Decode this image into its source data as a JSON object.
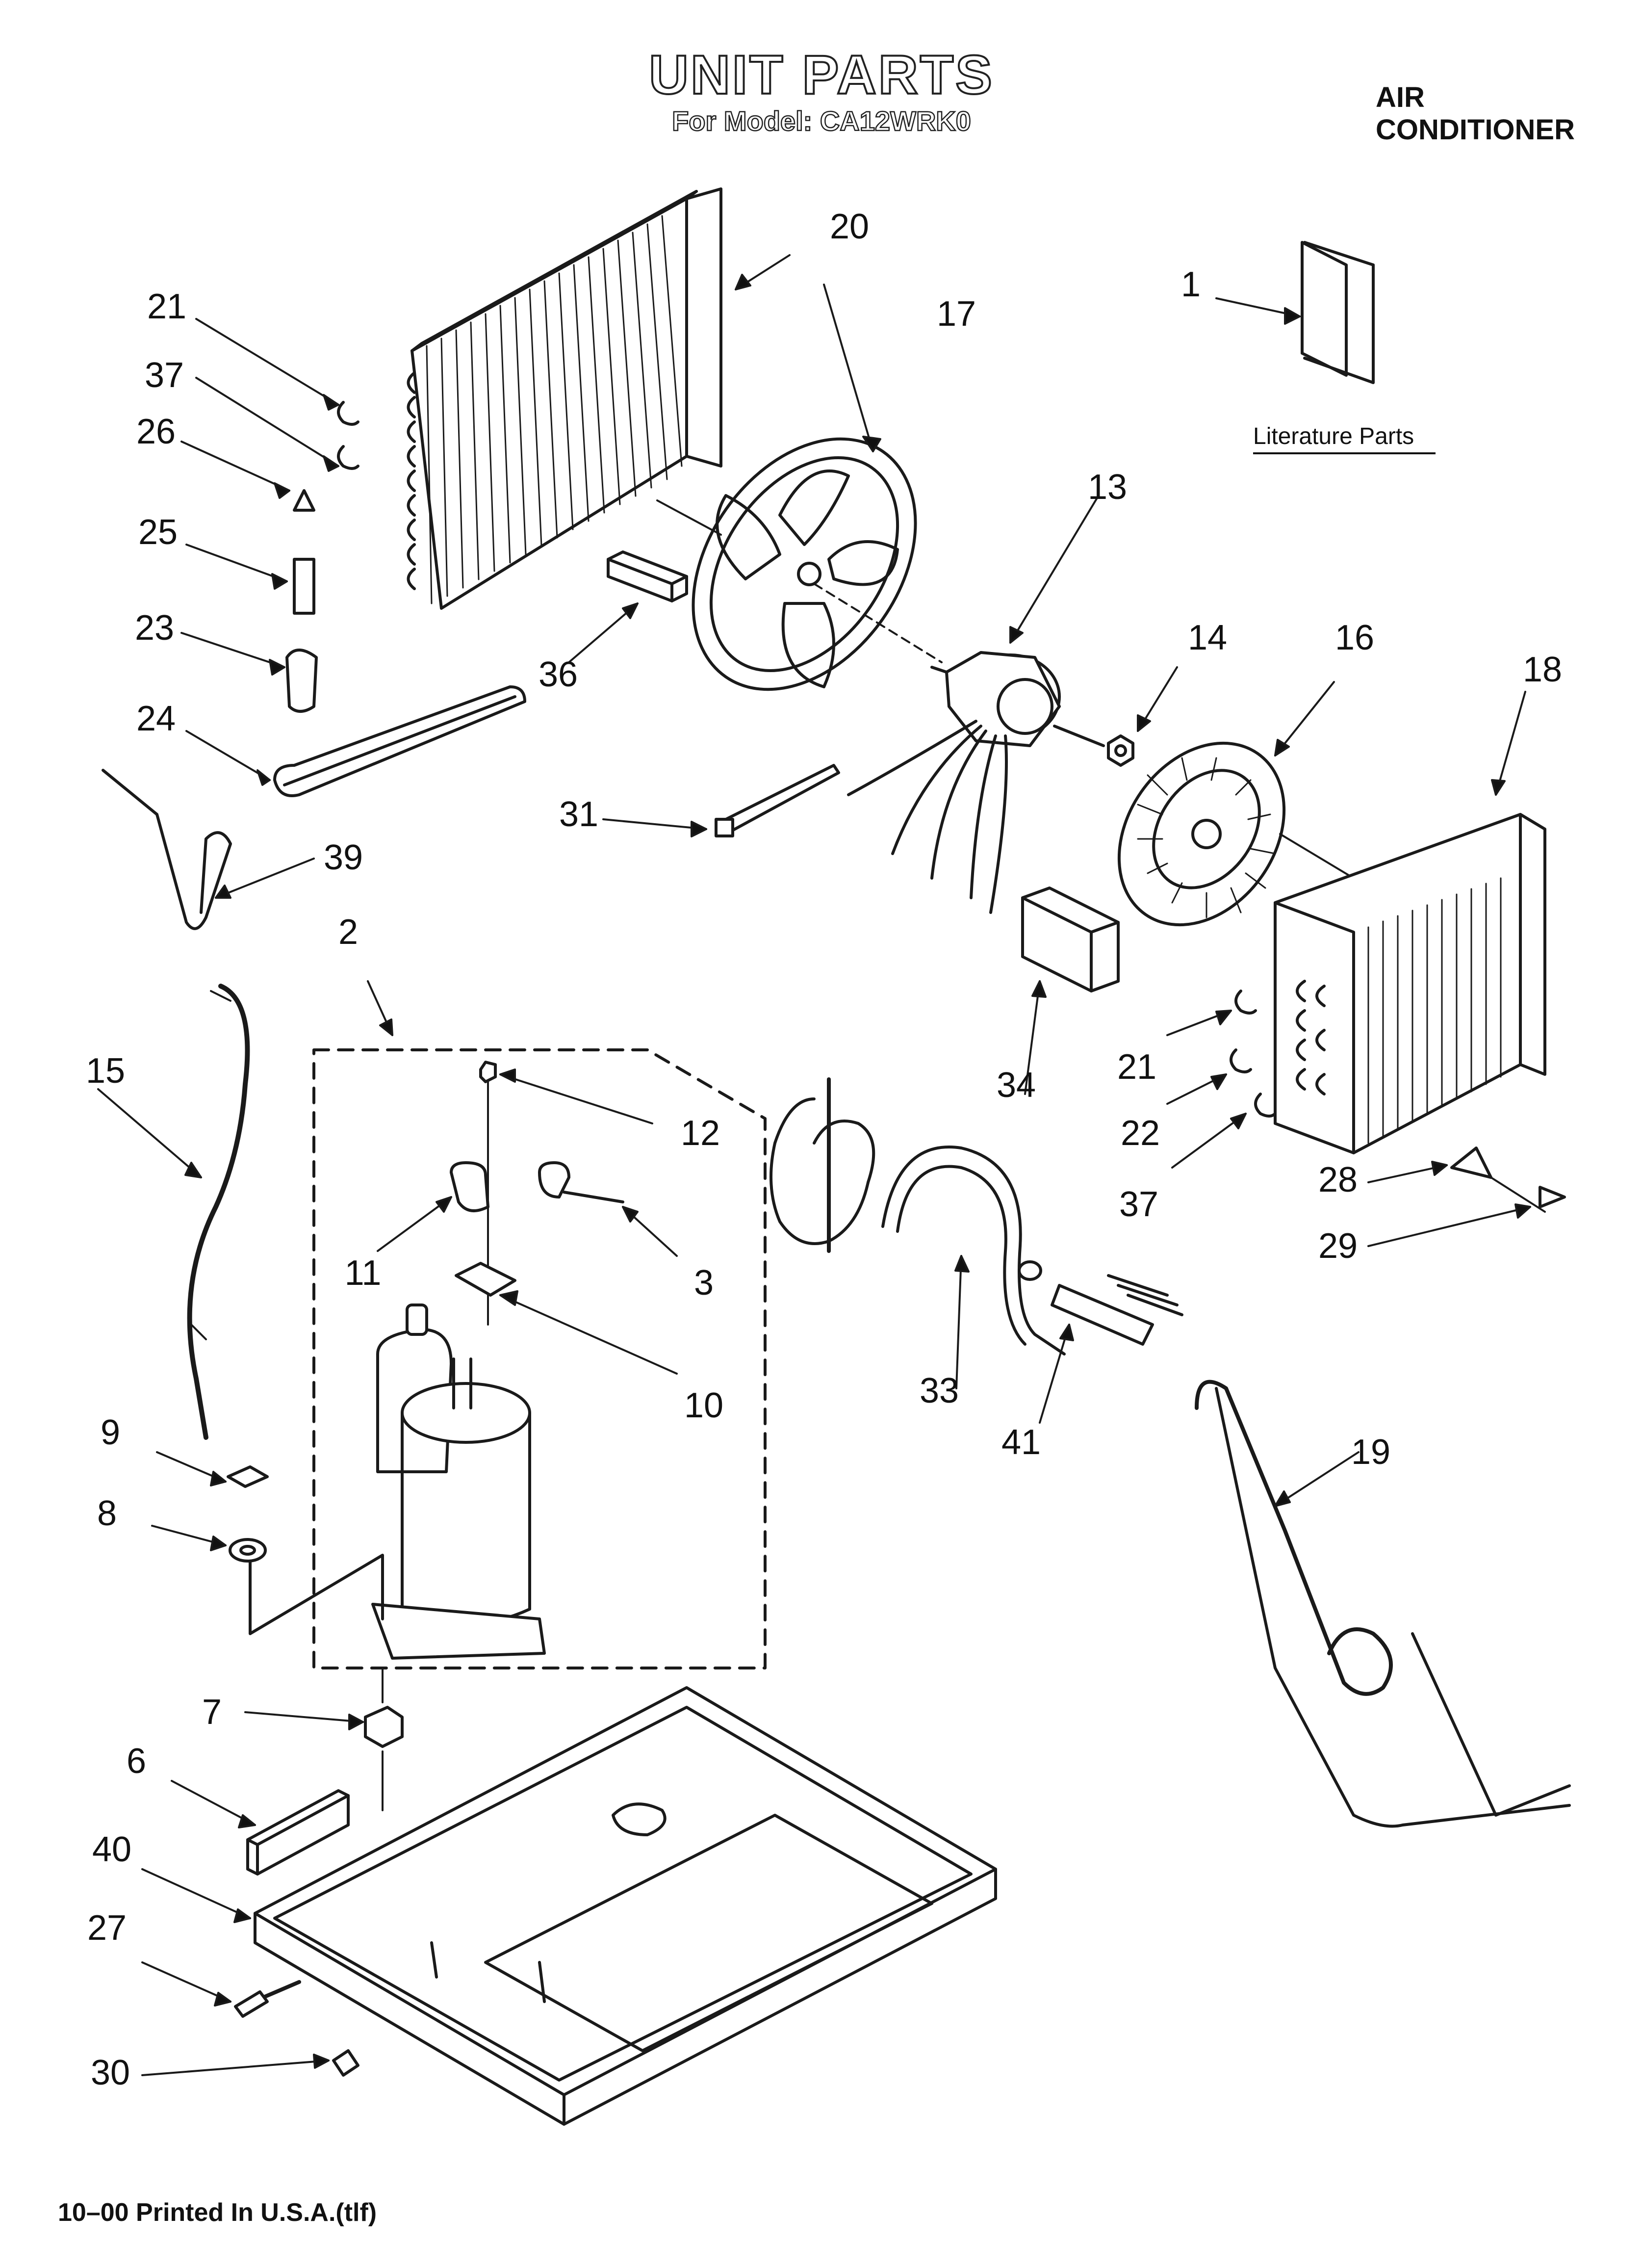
{
  "header": {
    "title": "UNIT PARTS",
    "subtitle": "For Model: CA12WRK0",
    "product_type_line1": "AIR",
    "product_type_line2": "CONDITIONER"
  },
  "literature": {
    "label": "Literature Parts"
  },
  "footer": {
    "print_note": "10–00 Printed In U.S.A.(tlf)"
  },
  "callouts": [
    "1",
    "2",
    "3",
    "6",
    "7",
    "8",
    "9",
    "10",
    "11",
    "12",
    "13",
    "14",
    "15",
    "16",
    "17",
    "18",
    "19",
    "20",
    "21",
    "21",
    "22",
    "23",
    "24",
    "25",
    "26",
    "27",
    "28",
    "29",
    "30",
    "31",
    "33",
    "34",
    "36",
    "37",
    "37",
    "39",
    "40",
    "41"
  ]
}
